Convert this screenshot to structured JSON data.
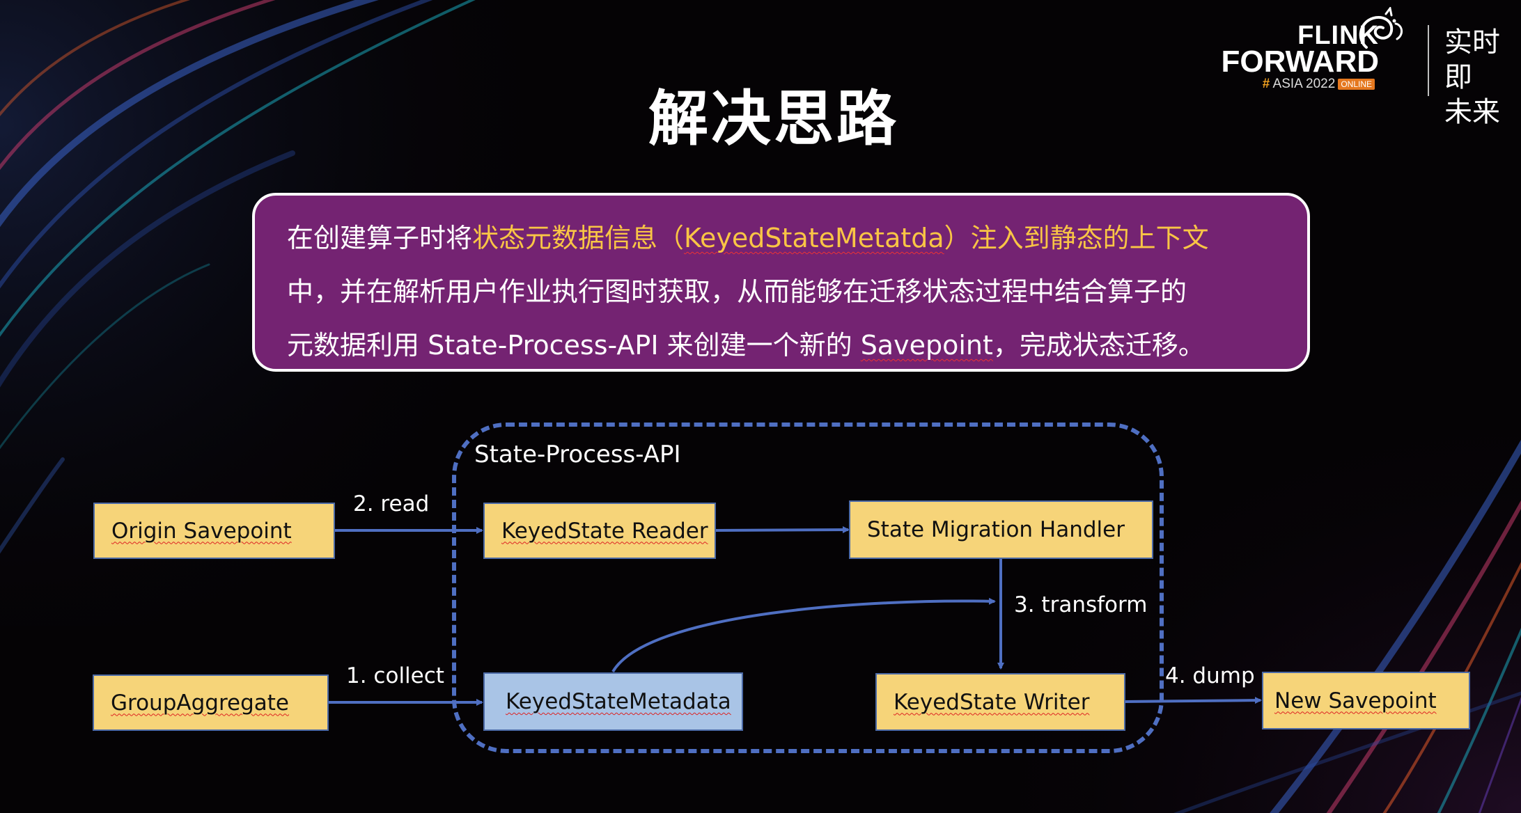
{
  "slide": {
    "title": "解决思路"
  },
  "logo": {
    "line1": "FLINK",
    "line2": "FORWARD",
    "hash": "#",
    "line3": "ASIA 2022",
    "badge": "ONLINE",
    "cn_line1": "实时即",
    "cn_line2": "未来"
  },
  "callout": {
    "part1": "在创建算子时将",
    "highlight1": "状态元数据信息（",
    "highlight_term": "KeyedStateMetatda",
    "highlight2": "）注入到静态的上下文",
    "line2": "中，并在解析用户作业执行图时获取，从而能够在迁移状态过程中结合算子的",
    "line3a": "元数据利用 State-Process-API 来创建一个新的 ",
    "line3_term": "Savepoint",
    "line3b": "，完成状态迁移。"
  },
  "diagram": {
    "group_label": "State-Process-API",
    "nodes": {
      "origin_savepoint": "Origin Savepoint",
      "group_aggregate": "GroupAggregate",
      "keyedstate_reader": "KeyedState Reader",
      "keyedstate_metadata": "KeyedStateMetadata",
      "state_migration_handler": "State Migration Handler",
      "keyedstate_writer": "KeyedState Writer",
      "new_savepoint": "New Savepoint"
    },
    "edges": {
      "read": "2. read",
      "collect": "1. collect",
      "transform": "3. transform",
      "dump": "4. dump"
    }
  },
  "colors": {
    "callout_bg": "#742372",
    "highlight": "#f9c545",
    "box_yellow": "#f6d479",
    "box_blue": "#a9c4e6",
    "arrow": "#4f6fc2"
  }
}
